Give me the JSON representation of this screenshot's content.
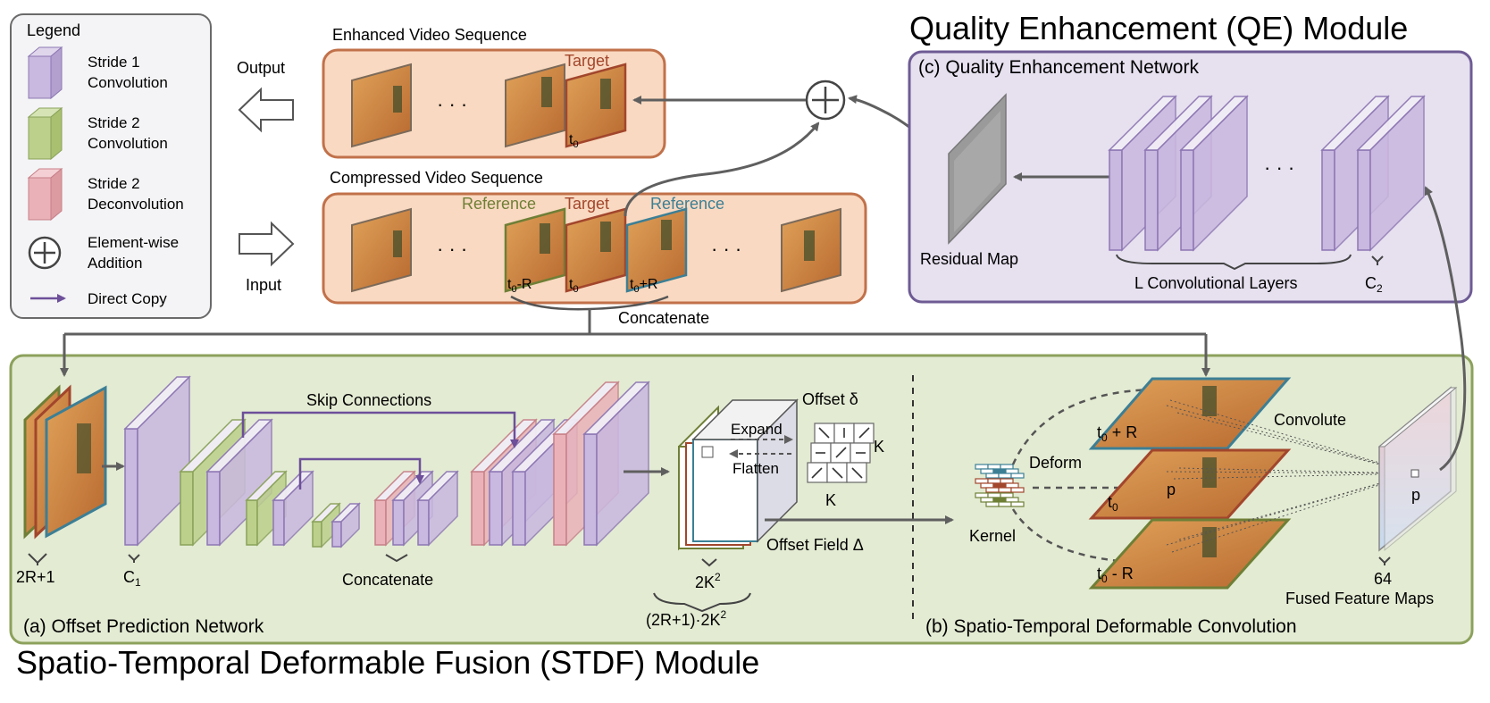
{
  "colors": {
    "purple": "#c9b8df",
    "purple_dark": "#8d77b3",
    "green": "#bcd08c",
    "green_dark": "#8aa25a",
    "pink": "#eab2b8",
    "pink_dark": "#c78088",
    "video_panel_fill": "#f9d9c1",
    "video_panel_border": "#c1714a",
    "qe_panel_fill": "#e6e0ef",
    "qe_panel_border": "#6e5b94",
    "stdf_panel_fill": "#e3ebd3",
    "stdf_panel_border": "#8ca15c",
    "arrow": "#5f5f5f",
    "ref_green": "#6f7f36",
    "ref_blue": "#3c7f95",
    "target_red": "#a2462c"
  },
  "legend": {
    "title": "Legend",
    "items": [
      {
        "label_line1": "Stride 1",
        "label_line2": "Convolution",
        "icon": "purple-block-icon"
      },
      {
        "label_line1": "Stride 2",
        "label_line2": "Convolution",
        "icon": "green-block-icon"
      },
      {
        "label_line1": "Stride 2",
        "label_line2": "Deconvolution",
        "icon": "pink-block-icon"
      },
      {
        "label_line1": "Element-wise",
        "label_line2": "Addition",
        "icon": "plus-circle-icon"
      },
      {
        "label_line1": "Direct Copy",
        "label_line2": "",
        "icon": "purple-arrow-icon"
      }
    ]
  },
  "io": {
    "output": "Output",
    "input": "Input"
  },
  "enhanced": {
    "title": "Enhanced Video Sequence",
    "target": "Target",
    "dots": "· · ·",
    "t0": "t",
    "t0_sub": "0"
  },
  "compressed": {
    "title": "Compressed Video Sequence",
    "reference_left": "Reference",
    "target": "Target",
    "reference_right": "Reference",
    "dots_left": "· · ·",
    "dots_right": "· · ·",
    "label_left": "t",
    "label_left_sub": "0",
    "label_left_suffix": "-R",
    "label_mid": "t",
    "label_mid_sub": "0",
    "label_right": "t",
    "label_right_sub": "0",
    "label_right_suffix": "+R",
    "concatenate": "Concatenate"
  },
  "qe": {
    "module_title": "Quality Enhancement (QE) Module",
    "network_title": "(c) Quality Enhancement Network",
    "residual_map": "Residual Map",
    "layers_label": "L Convolutional Layers",
    "dots": "· · ·",
    "c2": "C",
    "c2_sub": "2"
  },
  "stdf": {
    "module_title": "Spatio-Temporal Deformable Fusion (STDF) Module",
    "offset_network": "(a) Offset Prediction Network",
    "deformable_conv": "(b) Spatio-Temporal Deformable Convolution",
    "skip_connections": "Skip Connections",
    "concatenate": "Concatenate",
    "input_count": "2R+1",
    "c1": "C",
    "c1_sub": "1",
    "offset_count": "2K",
    "offset_count_sup": "2",
    "offset_total": "(2R+1)·2K",
    "offset_total_sup": "2",
    "expand": "Expand",
    "flatten": "Flatten",
    "offset_delta": "Offset δ",
    "k_right": "K",
    "k_bottom": "K",
    "offset_field": "Offset Field Δ",
    "deform": "Deform",
    "kernel": "Kernel",
    "convolve": "Convolute",
    "frame_top": "t",
    "frame_top_sub": "0",
    "frame_top_suffix": " + R",
    "frame_mid": "t",
    "frame_mid_sub": "0",
    "frame_bot": "t",
    "frame_bot_sub": "0",
    "frame_bot_suffix": " - R",
    "p_frame": "p",
    "p_output": "p",
    "channels": "64",
    "fused_maps": "Fused Feature Maps"
  }
}
